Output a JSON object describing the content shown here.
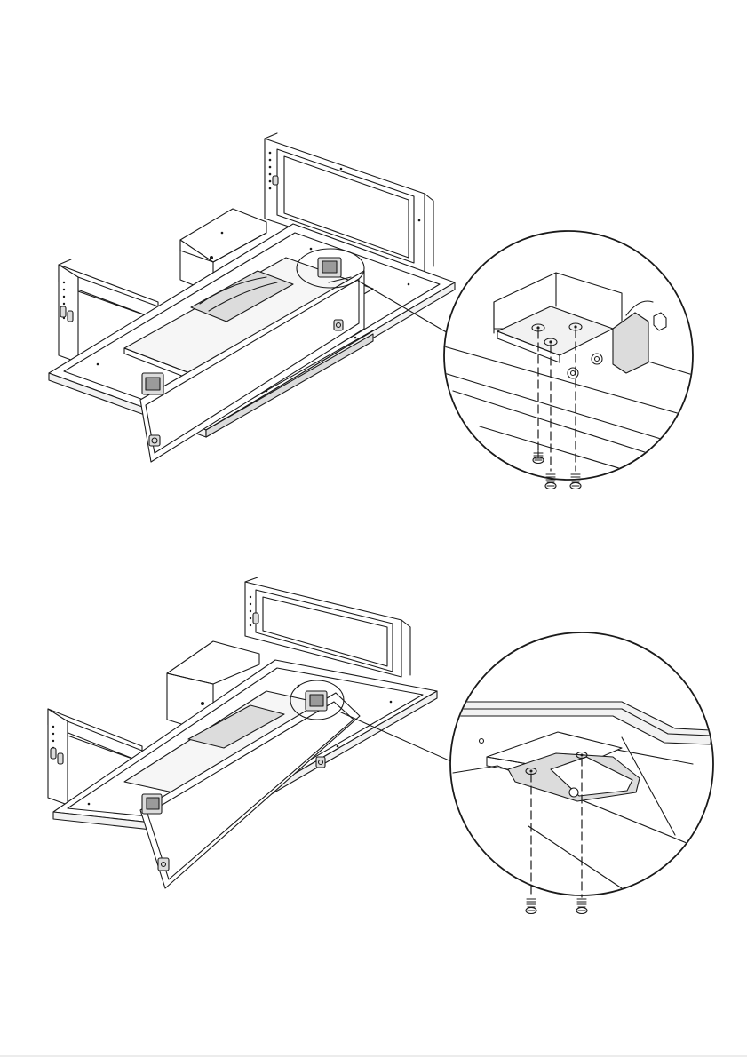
{
  "page": {
    "background": "#ffffff",
    "line_color": "#1a1a1a",
    "fill_light": "#f2f2f2",
    "fill_mid": "#dcdcdc",
    "fill_dark": "#9a9a9a"
  },
  "figures": [
    {
      "name": "step-1",
      "description_text": "",
      "screws_shown": 3,
      "detail_callout": "circle-magnifier"
    },
    {
      "name": "step-2",
      "description_text": "",
      "screws_shown": 2,
      "detail_callout": "circle-magnifier"
    }
  ]
}
